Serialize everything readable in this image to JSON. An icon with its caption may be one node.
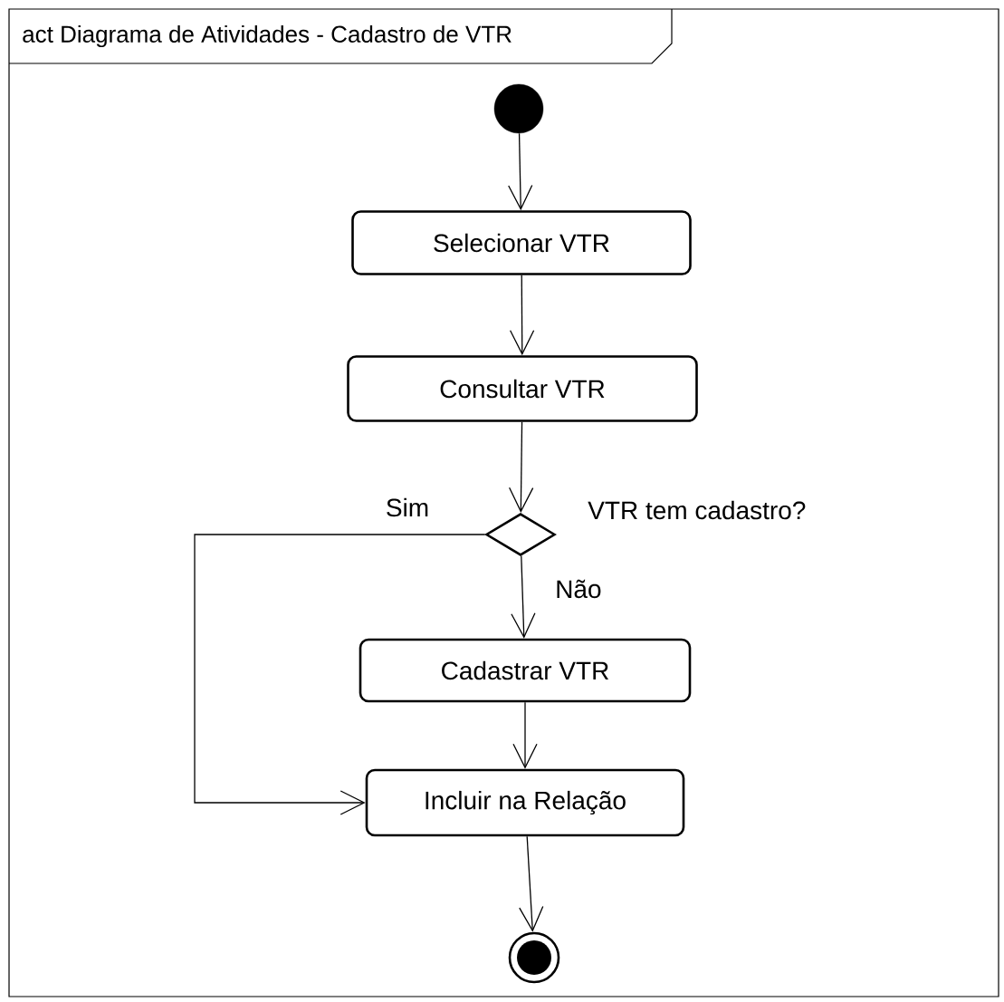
{
  "diagram": {
    "nodes": [
      {
        "text": [
          "act Diagrama de Atividades - Cadastro de VTR"
        ]
      },
      {
        "text": [],
        "shape": "circle",
        "in": 0
      },
      {
        "text": [
          "Selecionar VTR"
        ],
        "in": 0
      },
      {
        "text": [
          "Consultar VTR"
        ],
        "in": 0
      },
      {
        "text": [],
        "shape": "diamond",
        "beside": [
          "VTR tem cadastro?"
        ],
        "in": 0
      },
      {
        "text": [
          "Cadastrar VTR"
        ],
        "in": 0
      },
      {
        "text": [
          "Incluir na Relação"
        ],
        "in": 0
      },
      {
        "text": [],
        "shape": "bullseye",
        "in": 0
      }
    ],
    "edges": [
      {
        "from": 1,
        "to": 2,
        "arrow": "to"
      },
      {
        "from": 2,
        "to": 3,
        "arrow": "to"
      },
      {
        "from": 3,
        "to": 4,
        "arrow": "to"
      },
      {
        "from": 4,
        "to": 5,
        "arrow": "to",
        "label": "Não"
      },
      {
        "from": 4,
        "to": 6,
        "arrow": "to",
        "label": "Sim"
      },
      {
        "from": 5,
        "to": 6,
        "arrow": "to"
      },
      {
        "from": 6,
        "to": 7,
        "arrow": "to"
      }
    ]
  }
}
